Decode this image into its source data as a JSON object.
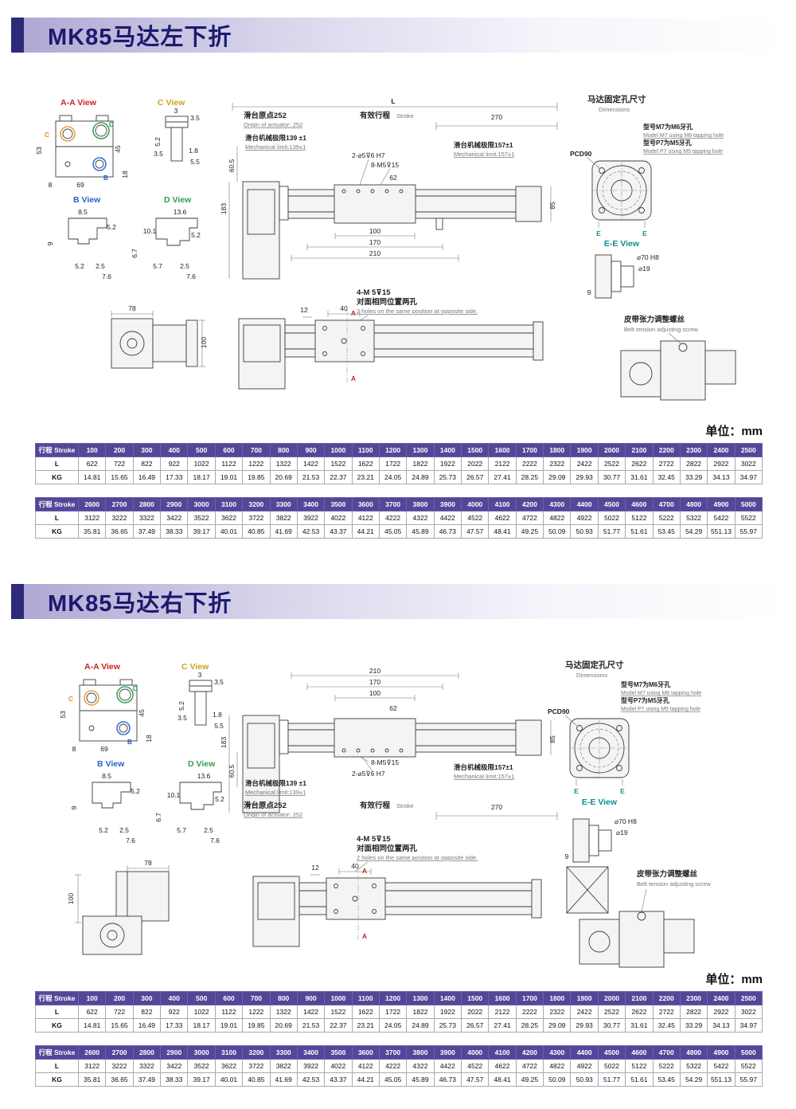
{
  "page": {
    "unit_label": "单位：mm"
  },
  "colors": {
    "table_header_purple": "#544798",
    "title_navy": "#1b1a6e",
    "accent_indigo": "#2e2a7a",
    "view_red": "#cc2222",
    "view_yellow": "#c9a318",
    "view_blue": "#2b62c9",
    "view_green": "#2f9e4f",
    "view_teal": "#0d8f8f"
  },
  "sections": [
    {
      "title": "MK85马达左下折"
    },
    {
      "title": "MK85马达右下折"
    }
  ],
  "labels": {
    "view_aa": "A-A View",
    "view_b": "B View",
    "view_c": "C View",
    "view_d": "D View",
    "view_ee": "E-E View",
    "origin_cn": "滑台原点252",
    "origin_en": "Origin of actuator: 252",
    "stroke_cn": "有效行程",
    "stroke_en": "Stroke",
    "limit139_cn": "滑台机械极限139 ±1",
    "limit139_en": "Mechanical limit:139±1",
    "limit157_cn": "滑台机械极限157±1",
    "limit157_en": "Mechanical limit:157±1",
    "holes2": "2-⌀5⊽6 H7",
    "holes8": "8-M5⊽15",
    "holes4": "4-M 5⊽15",
    "opposite_cn": "对面相同位置两孔",
    "opposite_en": "2 holes on the same position at opposite side.",
    "belt_cn": "皮带张力调整螺丝",
    "belt_en": "Belt tension adjusting screw",
    "motor_cn": "马达固定孔尺寸",
    "motor_en": "Dimensions",
    "m7_cn": "型号M7为M6牙孔",
    "m7_en": "Model M7 using M6 tapping hole",
    "p7_cn": "型号P7为M5牙孔",
    "p7_en": "Model P7 using M5 tapping hole",
    "pcd90": "PCD90",
    "dia70": "⌀70 H8",
    "dia19": "⌀19"
  },
  "dims": {
    "L": "L",
    "n270": "270",
    "n62": "62",
    "n183": "183",
    "n60_5": "60.5",
    "n85": "85",
    "n100": "100",
    "n170": "170",
    "n210": "210",
    "n53": "53",
    "n8": "8",
    "n69": "69",
    "n45": "45",
    "n18": "18",
    "n3": "3",
    "n3_5": "3.5",
    "n5_2": "5.2",
    "n1_8": "1.8",
    "n5_5": "5.5",
    "n8_5": "8.5",
    "n9": "9",
    "n2_5": "2.5",
    "n7_6": "7.6",
    "n13_6": "13.6",
    "n10_1": "10.1",
    "n6_7": "6.7",
    "n5_7": "5.7",
    "n78": "78",
    "n12": "12",
    "n40": "40",
    "A": "A",
    "B": "B",
    "C": "C",
    "D": "D",
    "E": "E"
  },
  "table": {
    "stroke_header": "行程 Stroke",
    "l_label": "L",
    "kg_label": "KG",
    "t1": {
      "stroke": [
        "100",
        "200",
        "300",
        "400",
        "500",
        "600",
        "700",
        "800",
        "900",
        "1000",
        "1100",
        "1200",
        "1300",
        "1400",
        "1500",
        "1600",
        "1700",
        "1800",
        "1900",
        "2000",
        "2100",
        "2200",
        "2300",
        "2400",
        "2500"
      ],
      "L": [
        "622",
        "722",
        "822",
        "922",
        "1022",
        "1122",
        "1222",
        "1322",
        "1422",
        "1522",
        "1622",
        "1722",
        "1822",
        "1922",
        "2022",
        "2122",
        "2222",
        "2322",
        "2422",
        "2522",
        "2622",
        "2722",
        "2822",
        "2922",
        "3022"
      ],
      "KG": [
        "14.81",
        "15.65",
        "16.49",
        "17.33",
        "18.17",
        "19.01",
        "19.85",
        "20.69",
        "21.53",
        "22.37",
        "23.21",
        "24.05",
        "24.89",
        "25.73",
        "26.57",
        "27.41",
        "28.25",
        "29.09",
        "29.93",
        "30.77",
        "31.61",
        "32.45",
        "33.29",
        "34.13",
        "34.97"
      ]
    },
    "t2": {
      "stroke": [
        "2600",
        "2700",
        "2800",
        "2900",
        "3000",
        "3100",
        "3200",
        "3300",
        "3400",
        "3500",
        "3600",
        "3700",
        "3800",
        "3900",
        "4000",
        "4100",
        "4200",
        "4300",
        "4400",
        "4500",
        "4600",
        "4700",
        "4800",
        "4900",
        "5000"
      ],
      "L": [
        "3122",
        "3222",
        "3322",
        "3422",
        "3522",
        "3622",
        "3722",
        "3822",
        "3922",
        "4022",
        "4122",
        "4222",
        "4322",
        "4422",
        "4522",
        "4622",
        "4722",
        "4822",
        "4922",
        "5022",
        "5122",
        "5222",
        "5322",
        "5422",
        "5522"
      ],
      "KG": [
        "35.81",
        "36.65",
        "37.49",
        "38.33",
        "39.17",
        "40.01",
        "40.85",
        "41.69",
        "42.53",
        "43.37",
        "44.21",
        "45.05",
        "45.89",
        "46.73",
        "47.57",
        "48.41",
        "49.25",
        "50.09",
        "50.93",
        "51.77",
        "51.61",
        "53.45",
        "54.29",
        "551.13",
        "55.97"
      ]
    }
  }
}
